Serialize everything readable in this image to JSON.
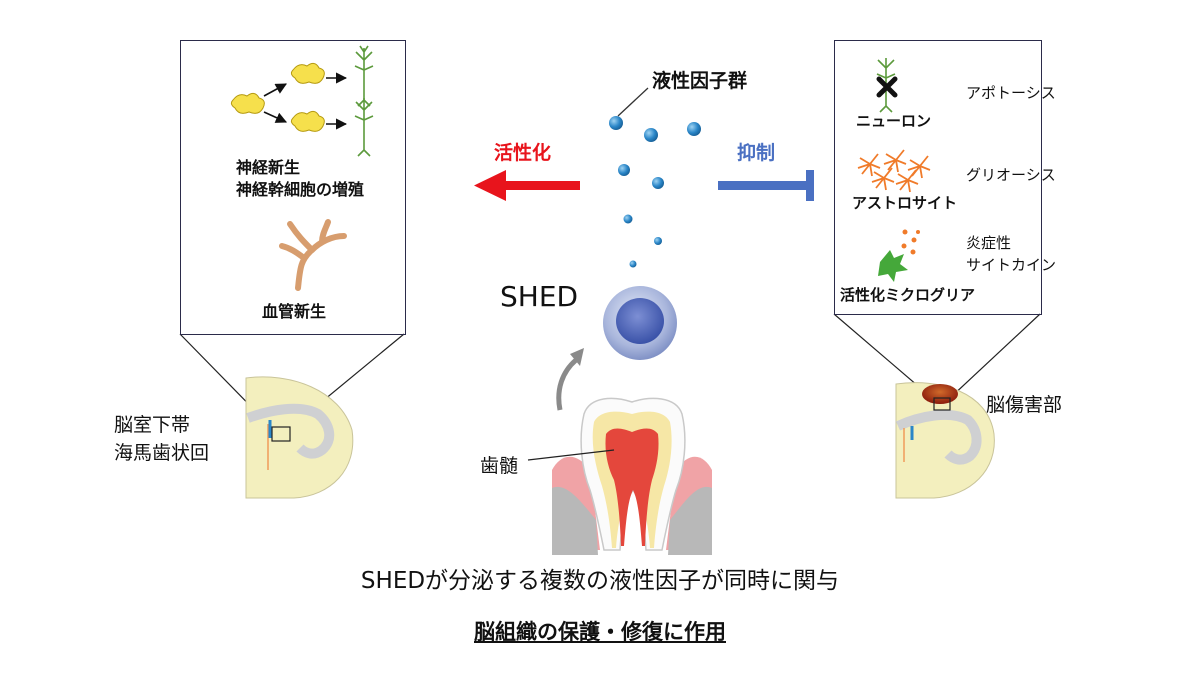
{
  "left_panel": {
    "neurogenesis_line1": "神経新生",
    "neurogenesis_line2": "神経幹細胞の増殖",
    "angiogenesis": "血管新生"
  },
  "right_panel": {
    "neuron": "ニューロン",
    "apoptosis": "アポトーシス",
    "astrocyte": "アストロサイト",
    "gliosis": "グリオーシス",
    "inflammatory_line1": "炎症性",
    "inflammatory_line2": "サイトカイン",
    "microglia": "活性化ミクログリア"
  },
  "center": {
    "factors": "液性因子群",
    "activation": "活性化",
    "suppression": "抑制",
    "shed": "SHED",
    "dental_pulp": "歯髄"
  },
  "brain_left": {
    "line1": "脳室下帯",
    "line2": "海馬歯状回"
  },
  "brain_right": {
    "label": "脳傷害部"
  },
  "summary": {
    "line1": "SHEDが分泌する複数の液性因子が同時に関与",
    "line2": "脳組織の保護・修復に作用"
  },
  "colors": {
    "activation": "#e8141c",
    "suppression": "#4a70c2",
    "droplet": "#2a86c8",
    "brain": "#f3efbe",
    "astrocyte": "#f07b2a",
    "microglia": "#45a83a"
  }
}
